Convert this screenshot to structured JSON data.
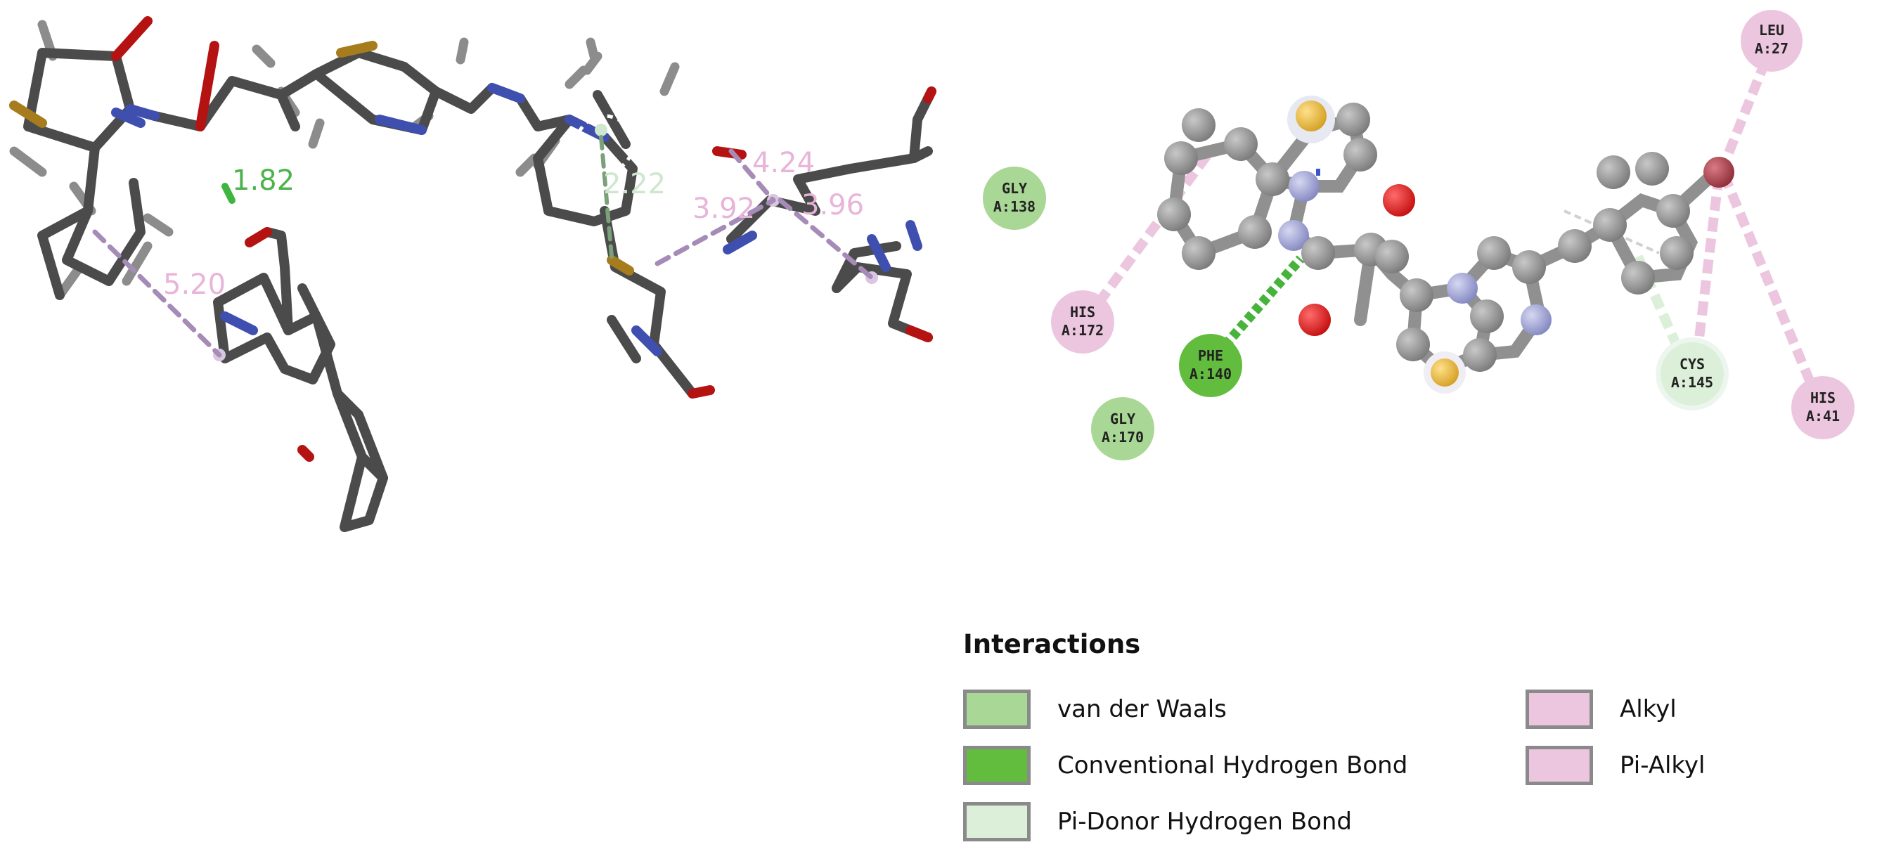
{
  "colors": {
    "van_der_waals": "#a9d795",
    "conventional_hbond": "#62bd3f",
    "pi_donor_hbond": "#dcefd8",
    "alkyl": "#ecc6df",
    "pi_alkyl": "#ecc6df",
    "carbon": "#8f8f8f",
    "nitrogen": "#9da0d2",
    "oxygen": "#dd1b1b",
    "sulfur": "#e8b93c",
    "bromine": "#a83c46",
    "stick_carbon": "#4b4b4b",
    "stick_nitrogen": "#3f4fb0",
    "stick_oxygen": "#b51212",
    "stick_sulfur": "#a67c1c"
  },
  "distances_3d": [
    {
      "text": "1.82",
      "kind": "conventional_hbond"
    },
    {
      "text": "5.20",
      "kind": "pi_alkyl"
    },
    {
      "text": "2.22",
      "kind": "pi_donor_hbond"
    },
    {
      "text": "4.24",
      "kind": "pi_alkyl"
    },
    {
      "text": "3.92",
      "kind": "pi_alkyl"
    },
    {
      "text": "3.96",
      "kind": "pi_alkyl"
    }
  ],
  "residues": [
    {
      "name": "LEU",
      "id": "A:27",
      "kind": "alkyl"
    },
    {
      "name": "GLY",
      "id": "A:138",
      "kind": "van_der_waals"
    },
    {
      "name": "HIS",
      "id": "A:172",
      "kind": "pi_alkyl"
    },
    {
      "name": "PHE",
      "id": "A:140",
      "kind": "conventional_hbond"
    },
    {
      "name": "GLY",
      "id": "A:170",
      "kind": "van_der_waals"
    },
    {
      "name": "CYS",
      "id": "A:145",
      "kind": "pi_donor_hbond"
    },
    {
      "name": "HIS",
      "id": "A:41",
      "kind": "pi_alkyl"
    }
  ],
  "legend": {
    "title": "Interactions",
    "items": [
      {
        "label": "van der Waals",
        "color": "#a9d795"
      },
      {
        "label": "Conventional Hydrogen Bond",
        "color": "#62bd3f"
      },
      {
        "label": "Pi-Donor Hydrogen Bond",
        "color": "#dcefd8"
      },
      {
        "label": "Alkyl",
        "color": "#ecc6df"
      },
      {
        "label": "Pi-Alkyl",
        "color": "#ecc6df"
      }
    ]
  }
}
